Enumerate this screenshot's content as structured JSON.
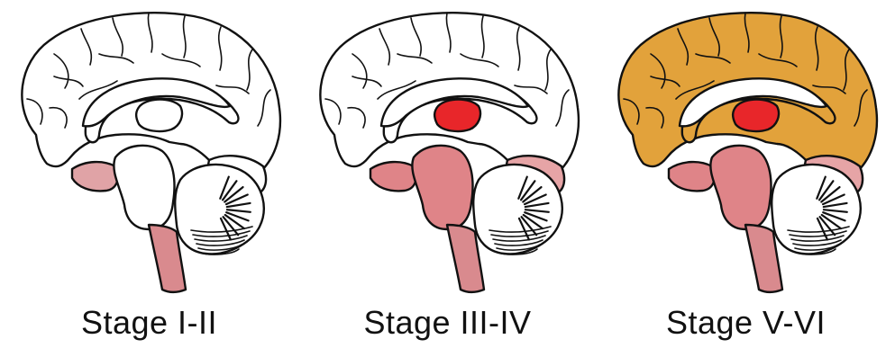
{
  "panels": [
    {
      "label": "Stage I-II",
      "regions": {
        "cortex": "#ffffff",
        "limbic": "#ffffff",
        "thalamus": "#ffffff",
        "midbrain": "#ffffff",
        "brainstem": "#d98a8e",
        "temporal": "#e0a3a6",
        "occipital": "#ffffff"
      }
    },
    {
      "label": "Stage III-IV",
      "regions": {
        "cortex": "#ffffff",
        "limbic": "#ffffff",
        "thalamus": "#e8262a",
        "midbrain": "#df8488",
        "brainstem": "#d98a8e",
        "temporal": "#df8488",
        "occipital": "#e6a4a6"
      }
    },
    {
      "label": "Stage V-VI",
      "regions": {
        "cortex": "#e2a23b",
        "limbic": "#e2a23b",
        "thalamus": "#e8262a",
        "midbrain": "#df8488",
        "brainstem": "#d98a8e",
        "temporal": "#df8488",
        "occipital": "#e6a4a6"
      }
    }
  ],
  "colors": {
    "cortex_orange": "#e2a23b",
    "pink": "#df8488",
    "red": "#e8262a",
    "outline": "#111111"
  }
}
